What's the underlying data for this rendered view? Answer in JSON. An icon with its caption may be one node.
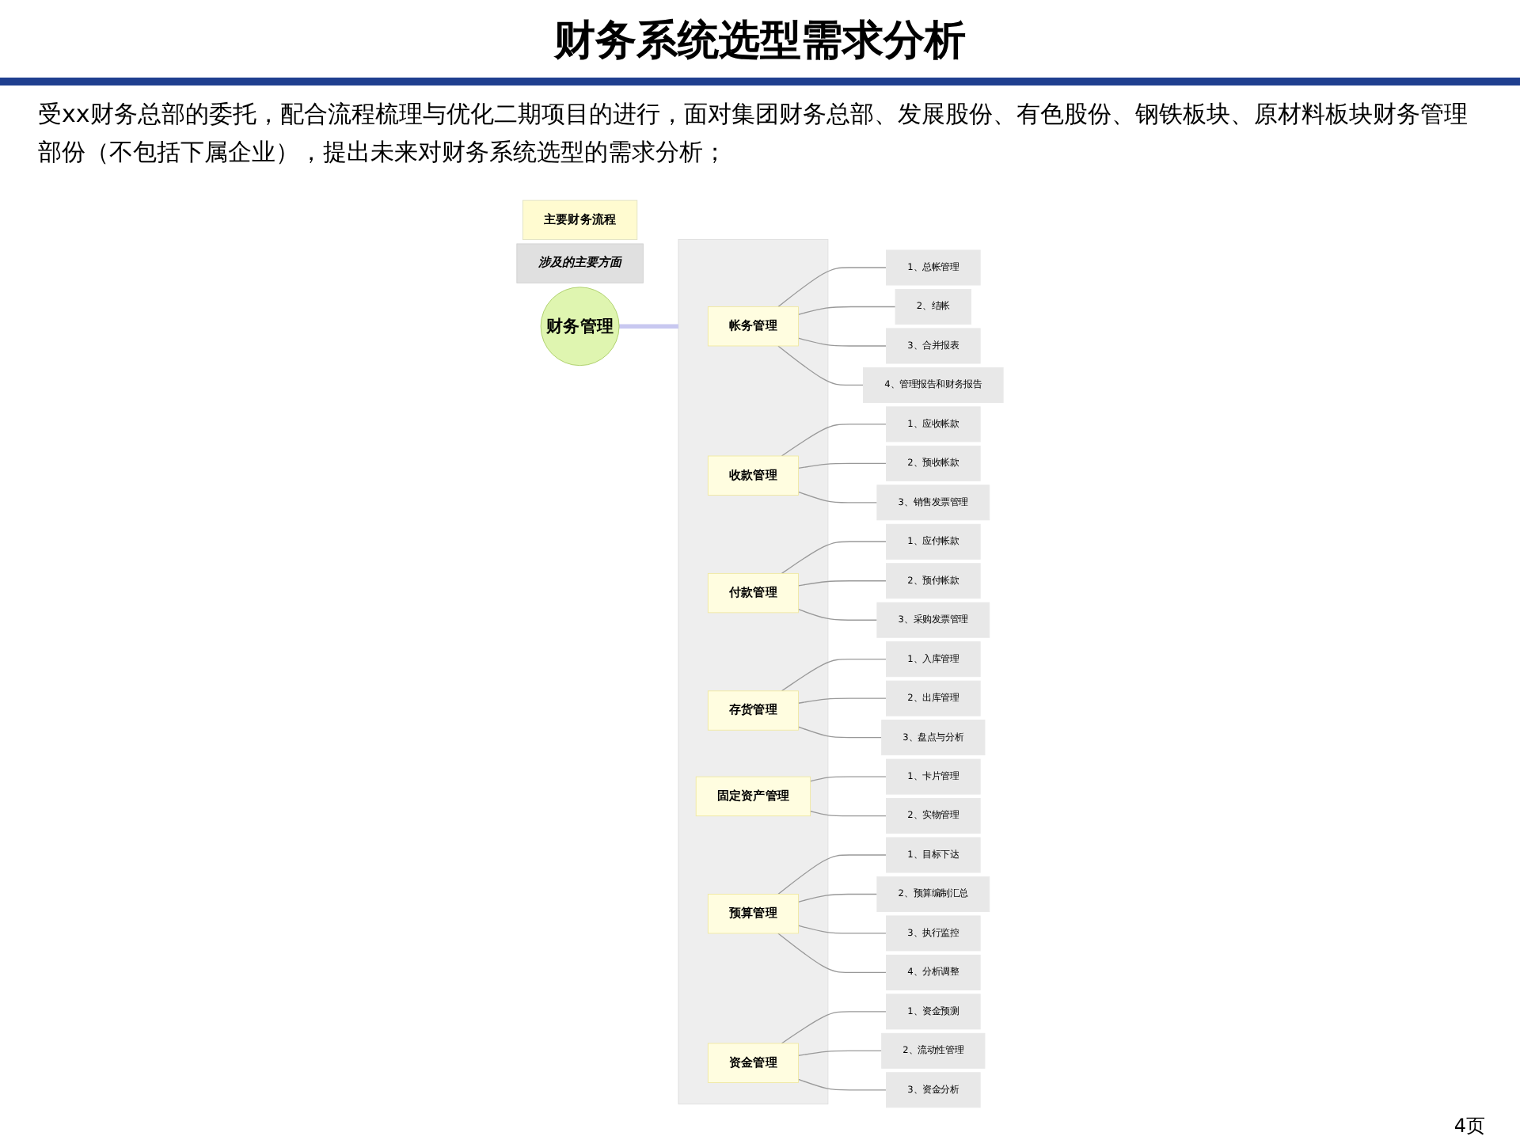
{
  "diagram": {
    "title": "财务系统选型需求分析",
    "nodes": [
      {
        "text": [
          "主要财务流程"
        ]
      },
      {
        "text": [
          "涉及的主要方面"
        ]
      },
      {
        "text": [
          "财务管理"
        ]
      },
      {
        "text": [],
        "shape": "box"
      },
      {
        "text": [
          "帐务管理"
        ],
        "in": 3
      },
      {
        "text": [
          "收款管理"
        ],
        "in": 3
      },
      {
        "text": [
          "付款管理"
        ],
        "in": 3
      },
      {
        "text": [
          "存货管理"
        ],
        "in": 3
      },
      {
        "text": [
          "固定资产管理"
        ],
        "in": 3
      },
      {
        "text": [
          "预算管理"
        ],
        "in": 3
      },
      {
        "text": [
          "资金管理"
        ],
        "in": 3
      },
      {
        "text": [
          "1、总帐管理"
        ]
      },
      {
        "text": [
          "2、结帐"
        ]
      },
      {
        "text": [
          "3、合并报表"
        ]
      },
      {
        "text": [
          "4、管理报告和财务报告"
        ]
      },
      {
        "text": [
          "1、应收帐款"
        ]
      },
      {
        "text": [
          "2、预收帐款"
        ]
      },
      {
        "text": [
          "3、销售发票管理"
        ]
      },
      {
        "text": [
          "1、应付帐款"
        ]
      },
      {
        "text": [
          "2、预付帐款"
        ]
      },
      {
        "text": [
          "3、采购发票管理"
        ]
      },
      {
        "text": [
          "1、入库管理"
        ]
      },
      {
        "text": [
          "2、出库管理"
        ]
      },
      {
        "text": [
          "3、盘点与分析"
        ]
      },
      {
        "text": [
          "1、卡片管理"
        ]
      },
      {
        "text": [
          "2、实物管理"
        ]
      },
      {
        "text": [
          "1、目标下达"
        ]
      },
      {
        "text": [
          "2、预算编制汇总"
        ]
      },
      {
        "text": [
          "3、执行监控"
        ]
      },
      {
        "text": [
          "4、分析调整"
        ]
      },
      {
        "text": [
          "1、资金预测"
        ]
      },
      {
        "text": [
          "2、流动性管理"
        ]
      },
      {
        "text": [
          "3、资金分析"
        ]
      }
    ],
    "edges": [
      {
        "from": 2,
        "to": 3,
        "arrow": "none",
        "style": "thick",
        "color": "#c8c8f0"
      },
      {
        "from": 4,
        "to": 11,
        "arrow": "none"
      },
      {
        "from": 4,
        "to": 12,
        "arrow": "none"
      },
      {
        "from": 4,
        "to": 13,
        "arrow": "none"
      },
      {
        "from": 4,
        "to": 14,
        "arrow": "none"
      },
      {
        "from": 5,
        "to": 15,
        "arrow": "none"
      },
      {
        "from": 5,
        "to": 16,
        "arrow": "none"
      },
      {
        "from": 5,
        "to": 17,
        "arrow": "none"
      },
      {
        "from": 6,
        "to": 18,
        "arrow": "none"
      },
      {
        "from": 6,
        "to": 19,
        "arrow": "none"
      },
      {
        "from": 6,
        "to": 20,
        "arrow": "none"
      },
      {
        "from": 7,
        "to": 21,
        "arrow": "none"
      },
      {
        "from": 7,
        "to": 22,
        "arrow": "none"
      },
      {
        "from": 7,
        "to": 23,
        "arrow": "none"
      },
      {
        "from": 8,
        "to": 24,
        "arrow": "none"
      },
      {
        "from": 8,
        "to": 25,
        "arrow": "none"
      },
      {
        "from": 9,
        "to": 26,
        "arrow": "none"
      },
      {
        "from": 9,
        "to": 27,
        "arrow": "none"
      },
      {
        "from": 9,
        "to": 28,
        "arrow": "none"
      },
      {
        "from": 9,
        "to": 29,
        "arrow": "none"
      },
      {
        "from": 10,
        "to": 30,
        "arrow": "none"
      },
      {
        "from": 10,
        "to": 31,
        "arrow": "none"
      },
      {
        "from": 10,
        "to": 32,
        "arrow": "none"
      }
    ],
    "labels": [
      "受xx财务总部的委托，配合流程梳理与优化二期项目的进行，面对集团财务总部、发展股份、有色股份、钢铁板块、原材料板块财务管理部份（不包括下属企业），提出未来对财务系统选型的需求分析；",
      "4页"
    ]
  }
}
